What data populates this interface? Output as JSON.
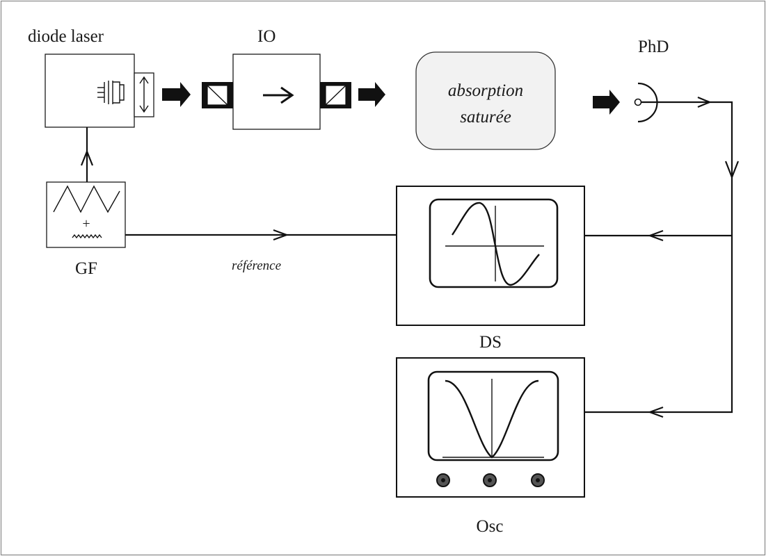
{
  "labels": {
    "diode_laser": "diode laser",
    "io": "IO",
    "absorption_line1": "absorption",
    "absorption_line2": "saturée",
    "phd": "PhD",
    "gf": "GF",
    "reference": "référence",
    "ds": "DS",
    "osc": "Osc",
    "plus": "+"
  },
  "colors": {
    "line": "#111111",
    "absorption_fill": "#f0f0f0",
    "screen_fill": "#ffffff"
  }
}
